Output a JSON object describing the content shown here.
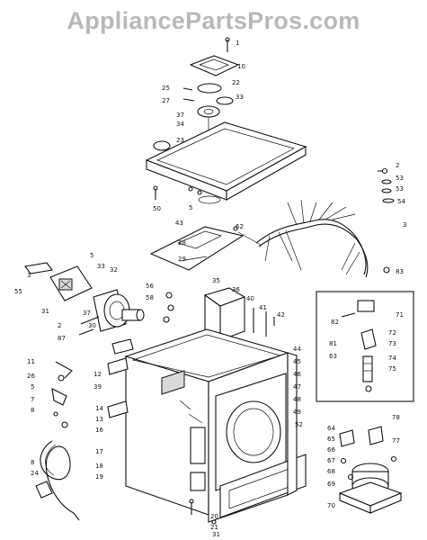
{
  "watermark": "AppliancePartsPros.com",
  "callouts": [
    "1",
    "10",
    "22",
    "33",
    "25",
    "27",
    "37",
    "23",
    "34",
    "2",
    "53",
    "53",
    "54",
    "5",
    "50",
    "43",
    "62",
    "28",
    "29",
    "3",
    "83",
    "56",
    "58",
    "35",
    "36",
    "40",
    "41",
    "42",
    "5",
    "3",
    "55",
    "33",
    "32",
    "31",
    "2",
    "87",
    "37",
    "30",
    "71",
    "82",
    "72",
    "81",
    "73",
    "63",
    "74",
    "75",
    "11",
    "26",
    "5",
    "7",
    "8",
    "12",
    "39",
    "14",
    "13",
    "16",
    "17",
    "18",
    "19",
    "44",
    "45",
    "46",
    "47",
    "48",
    "49",
    "52",
    "64",
    "78",
    "65",
    "77",
    "66",
    "67",
    "68",
    "69",
    "70",
    "8",
    "24",
    "20",
    "21",
    "31"
  ]
}
